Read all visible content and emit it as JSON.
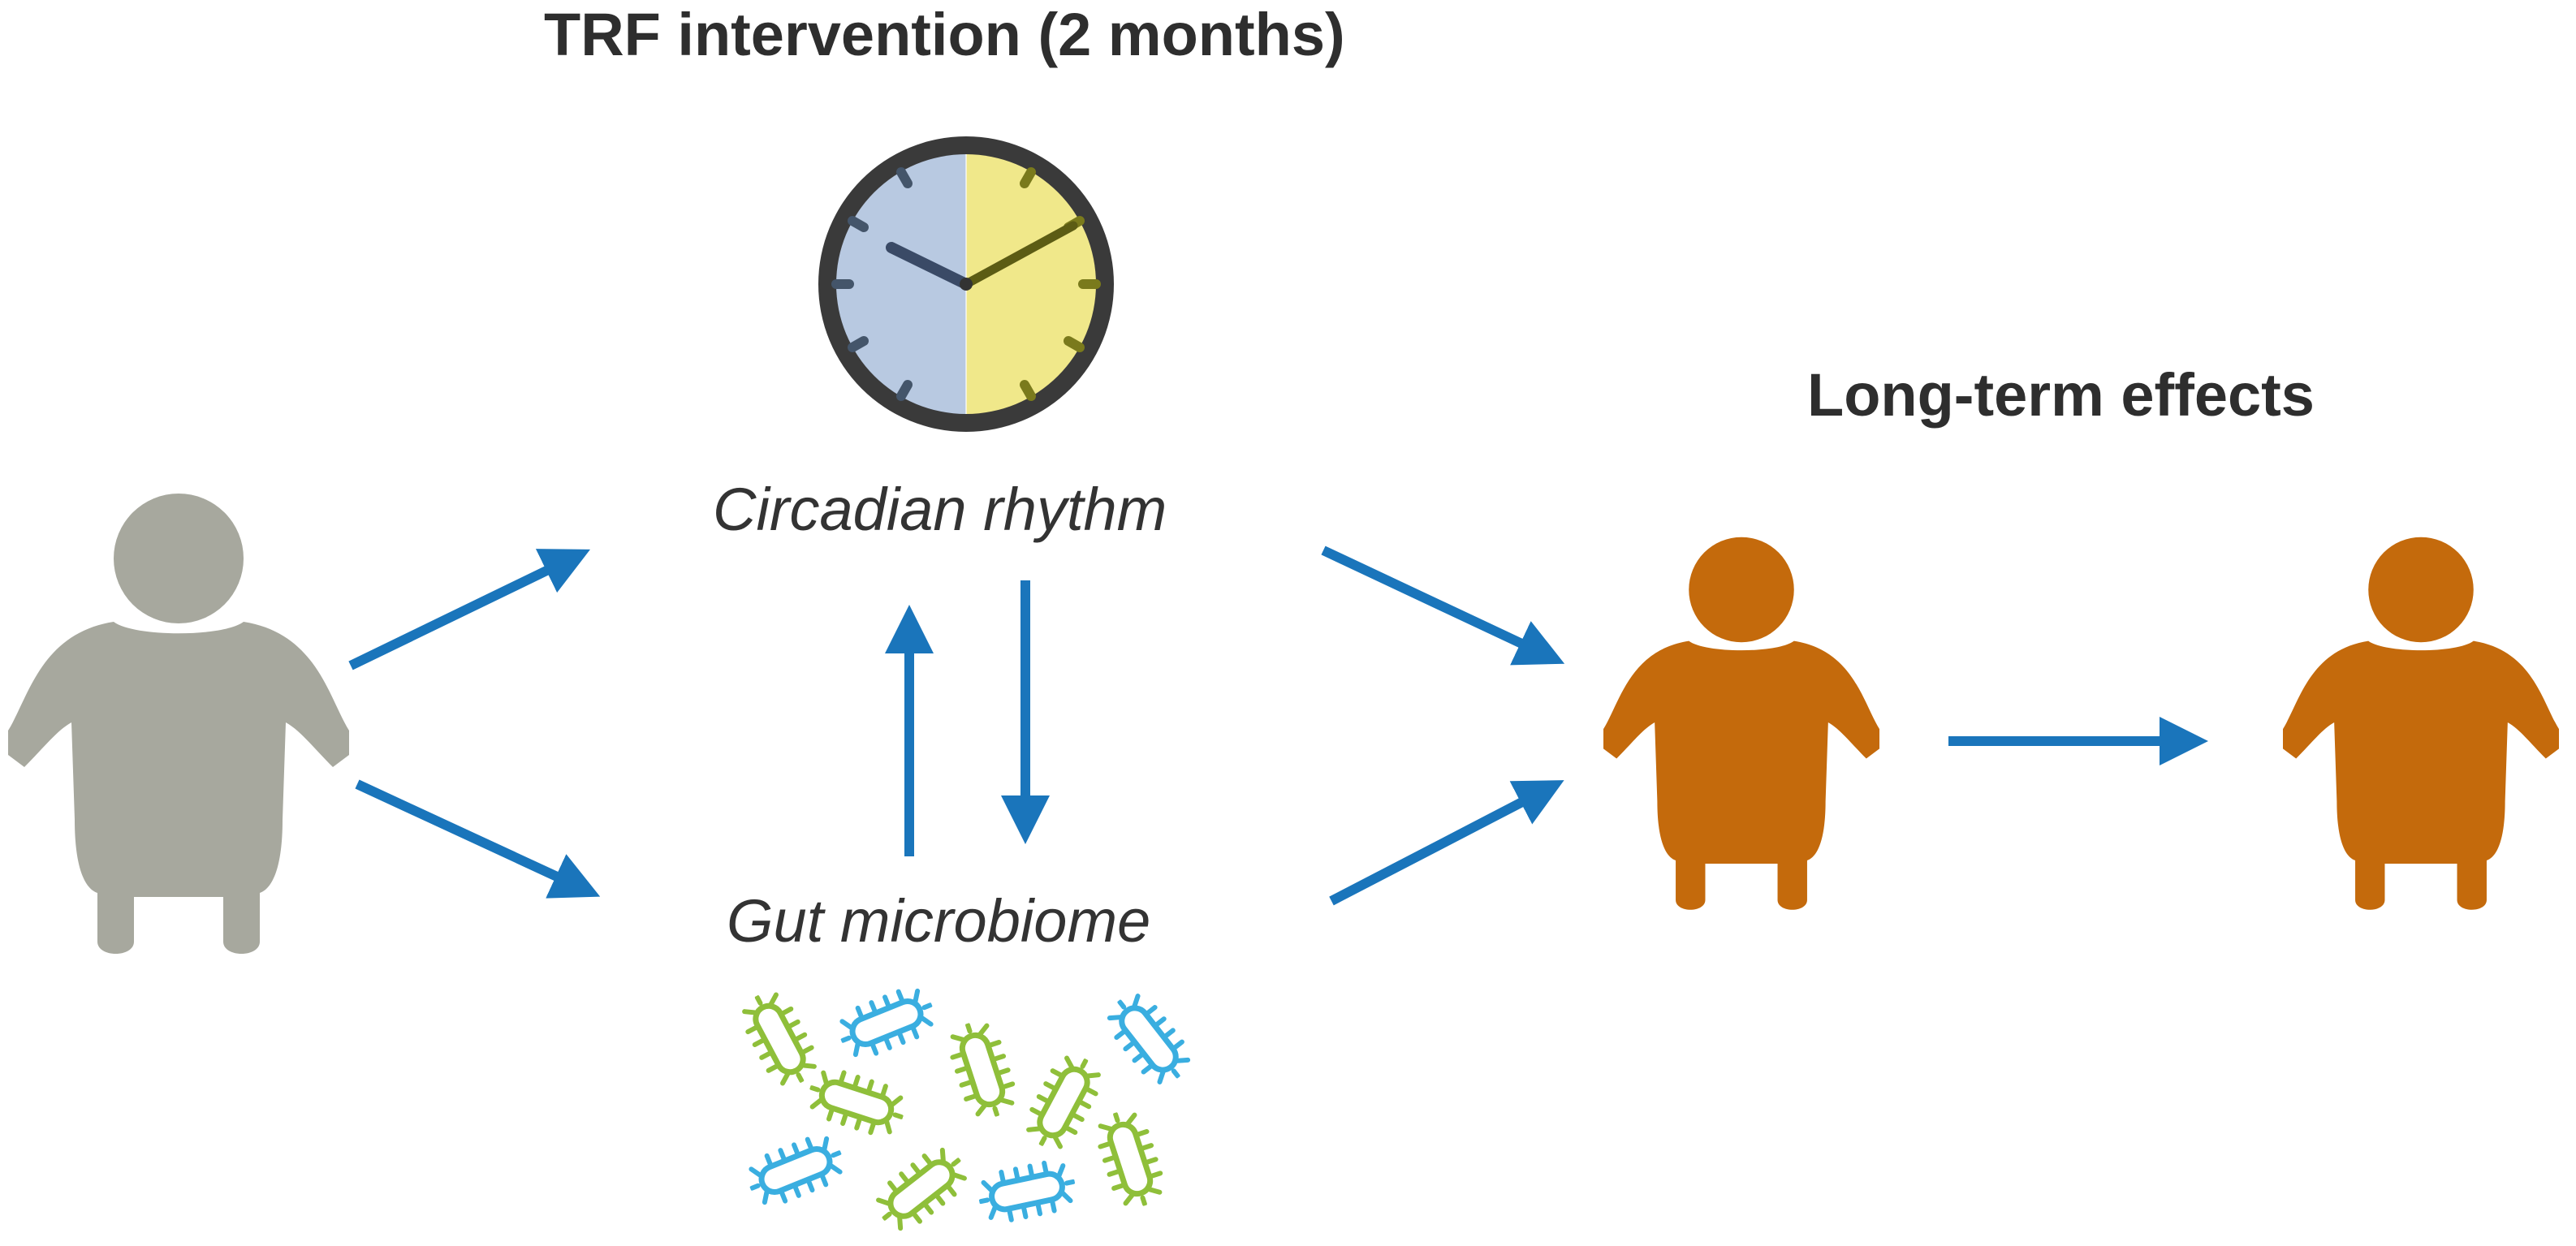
{
  "diagram": {
    "intervention_title": "TRF intervention (2 months)",
    "effects_title": "Long-term effects",
    "circadian_label": "Circadian rhythm",
    "microbiome_label": "Gut microbiome"
  },
  "colors": {
    "arrow": "#1a75bb",
    "person_before": "#a7a89e",
    "person_after": "#c46a0c",
    "clock_left": "#b8c9e1",
    "clock_right": "#f0e88a",
    "clock_rim": "#3a3a3a",
    "bacteria_green": "#8fbf3a",
    "bacteria_blue": "#3aaee0"
  },
  "icons": [
    "person-icon",
    "clock-icon",
    "bacteria-icon",
    "arrow-icon"
  ]
}
